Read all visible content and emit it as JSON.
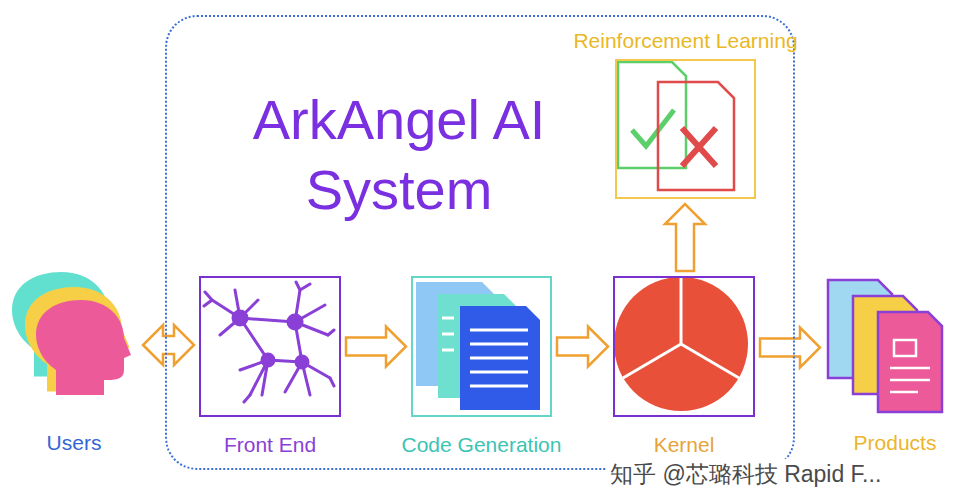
{
  "diagram": {
    "nodes": [
      {
        "text": [
          "Users"
        ]
      },
      {
        "text": [
          "ArkAngel AI System"
        ]
      },
      {
        "text": [
          "Reinforcement Learning"
        ],
        "in": 1
      },
      {
        "text": [
          "Front End"
        ],
        "in": 1
      },
      {
        "text": [
          "Code Generation"
        ],
        "in": 1
      },
      {
        "text": [
          "Kernel"
        ],
        "in": 1
      },
      {
        "text": [
          "Products"
        ]
      }
    ],
    "edges": [
      {
        "from": 0,
        "to": 3,
        "arrow": "both"
      },
      {
        "from": 3,
        "to": 4,
        "arrow": "to"
      },
      {
        "from": 4,
        "to": 5,
        "arrow": "to"
      },
      {
        "from": 5,
        "to": 2,
        "arrow": "to"
      },
      {
        "from": 5,
        "to": 6,
        "arrow": "to"
      }
    ],
    "labels": [
      "知乎 @芯璐科技 Rapid F..."
    ]
  }
}
